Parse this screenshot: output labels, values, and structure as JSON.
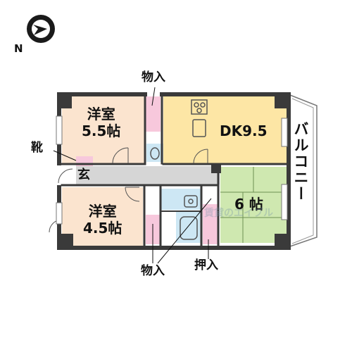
{
  "compass": {
    "north_label": "N"
  },
  "rooms": {
    "western_room_large": {
      "name": "洋室",
      "size": "5.5帖"
    },
    "dining_kitchen": {
      "label": "DK9.5"
    },
    "western_room_small": {
      "name": "洋室",
      "size": "4.5帖"
    },
    "japanese_room": {
      "label": "6 帖"
    },
    "balcony": {
      "label": "バルコニー"
    },
    "entrance": {
      "label": "玄"
    }
  },
  "callouts": {
    "closet_top": "物入",
    "closet_bottom": "物入",
    "shoe_storage": "靴",
    "oshiire": "押入"
  },
  "watermark": {
    "text": "賃貸のエイブル"
  },
  "colors": {
    "western_room": "#fbe4cf",
    "dining_kitchen": "#fde6a5",
    "japanese_room": "#cfe8b0",
    "wet_area": "#cde7f4",
    "storage": "#f7c8dc",
    "hallway": "#d6d6d6",
    "wall": "#3a3a3a"
  }
}
